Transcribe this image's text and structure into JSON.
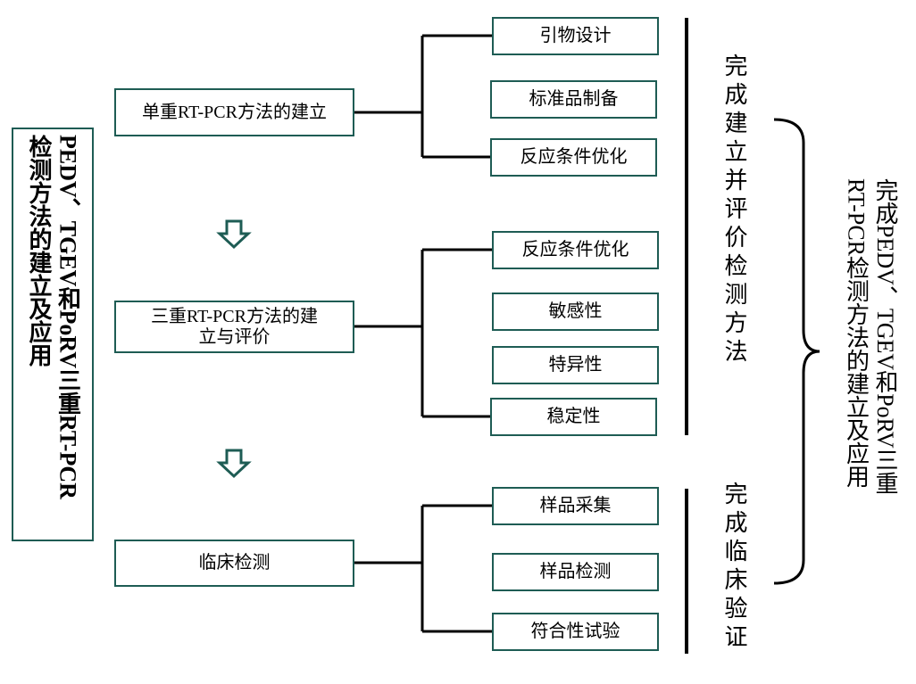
{
  "title_box": {
    "line1": "PEDV、TGEV和PoRV三重RT-PCR",
    "line2": "检测方法的建立及应用"
  },
  "stages": [
    {
      "label": "单重RT-PCR方法的建立",
      "steps": [
        "引物设计",
        "标准品制备",
        "反应条件优化"
      ]
    },
    {
      "label": "三重RT-PCR方法的建立与评价",
      "steps": [
        "反应条件优化",
        "敏感性",
        "特异性",
        "稳定性"
      ]
    },
    {
      "label": "临床检测",
      "steps": [
        "样品采集",
        "样品检测",
        "符合性试验"
      ]
    }
  ],
  "summaries": {
    "establish": "完成建立并评价检测方法",
    "clinical": "完成临床验证"
  },
  "conclusion": {
    "line1": "完成PEDV、TGEV和PoRV三重",
    "line2": "RT-PCR检测方法的建立及应用"
  },
  "colors": {
    "box_border": "#1e5c54",
    "arrow": "#1e5c54",
    "line": "#000000"
  },
  "icons": [
    "down-arrow-icon",
    "brace-icon"
  ]
}
